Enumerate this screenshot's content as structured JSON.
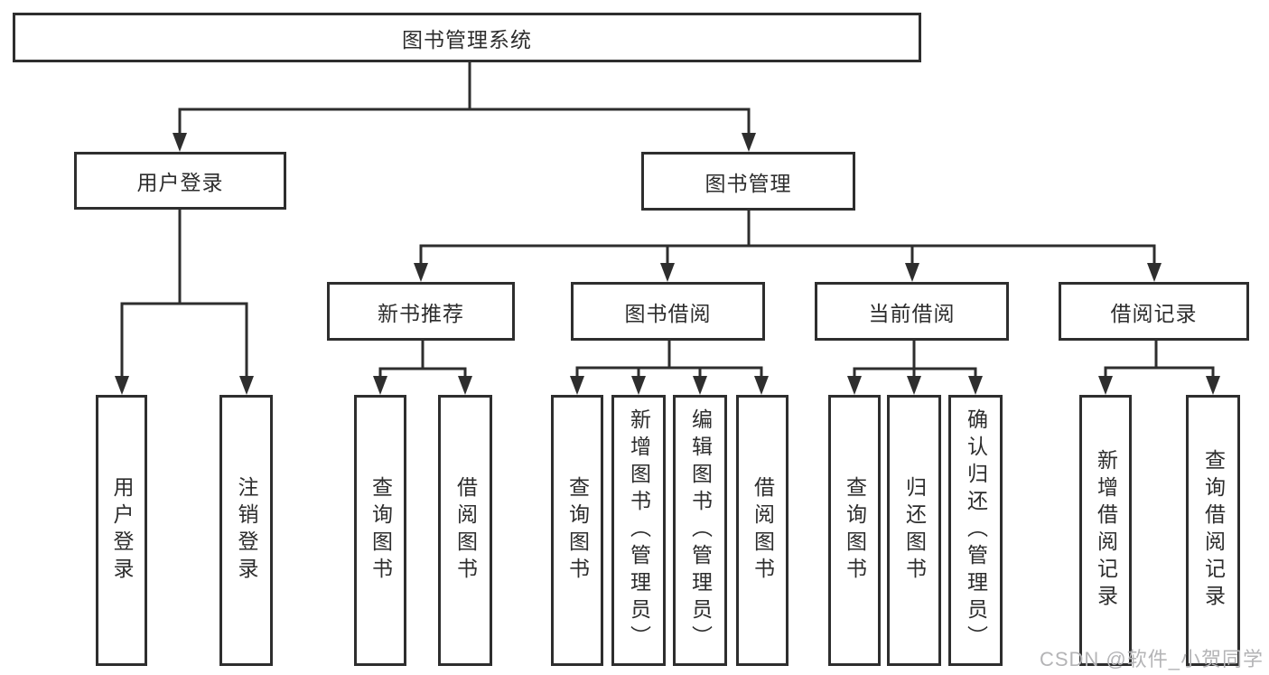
{
  "diagram": {
    "root": {
      "label": "图书管理系统"
    },
    "branches": [
      {
        "label": "用户登录",
        "children": [
          {
            "label": "用户登录"
          },
          {
            "label": "注销登录"
          }
        ]
      },
      {
        "label": "图书管理",
        "children": [
          {
            "label": "新书推荐",
            "children": [
              {
                "label": "查询图书"
              },
              {
                "label": "借阅图书"
              }
            ]
          },
          {
            "label": "图书借阅",
            "children": [
              {
                "label": "查询图书"
              },
              {
                "label": "新增图书（管理员）"
              },
              {
                "label": "编辑图书（管理员）"
              },
              {
                "label": "借阅图书"
              }
            ]
          },
          {
            "label": "当前借阅",
            "children": [
              {
                "label": "查询图书"
              },
              {
                "label": "归还图书"
              },
              {
                "label": "确认归还（管理员）"
              }
            ]
          },
          {
            "label": "借阅记录",
            "children": [
              {
                "label": "新增借阅记录"
              },
              {
                "label": "查询借阅记录"
              }
            ]
          }
        ]
      }
    ]
  },
  "watermark": {
    "text": "CSDN @软件_小贺同学"
  },
  "colors": {
    "line": "#2e2e2e",
    "text": "#2d2d2d",
    "background": "#ffffff",
    "watermark": "#b4b4b6"
  }
}
